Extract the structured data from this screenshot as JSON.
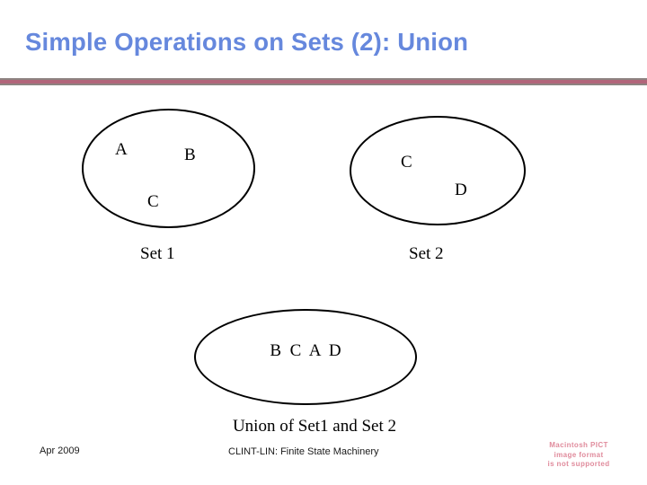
{
  "slide": {
    "title": "Simple Operations on Sets (2):  Union",
    "title_color": "#6688dd",
    "divider_color": "#b2657a",
    "background_color": "#ffffff",
    "outline_color": "#000000"
  },
  "set1": {
    "caption": "Set 1",
    "members": [
      "A",
      "B",
      "C"
    ]
  },
  "set2": {
    "caption": "Set 2",
    "members": [
      "C",
      "D"
    ]
  },
  "union": {
    "caption": "Union of Set1 and Set 2",
    "members_text": "B  C  A  D"
  },
  "footer": {
    "date": "Apr 2009",
    "course": "CLINT-LIN: Finite State Machinery"
  },
  "pict_placeholder": {
    "line1": "Macintosh PICT",
    "line2": "image format",
    "line3": "is not supported",
    "color": "#e08b9c"
  }
}
